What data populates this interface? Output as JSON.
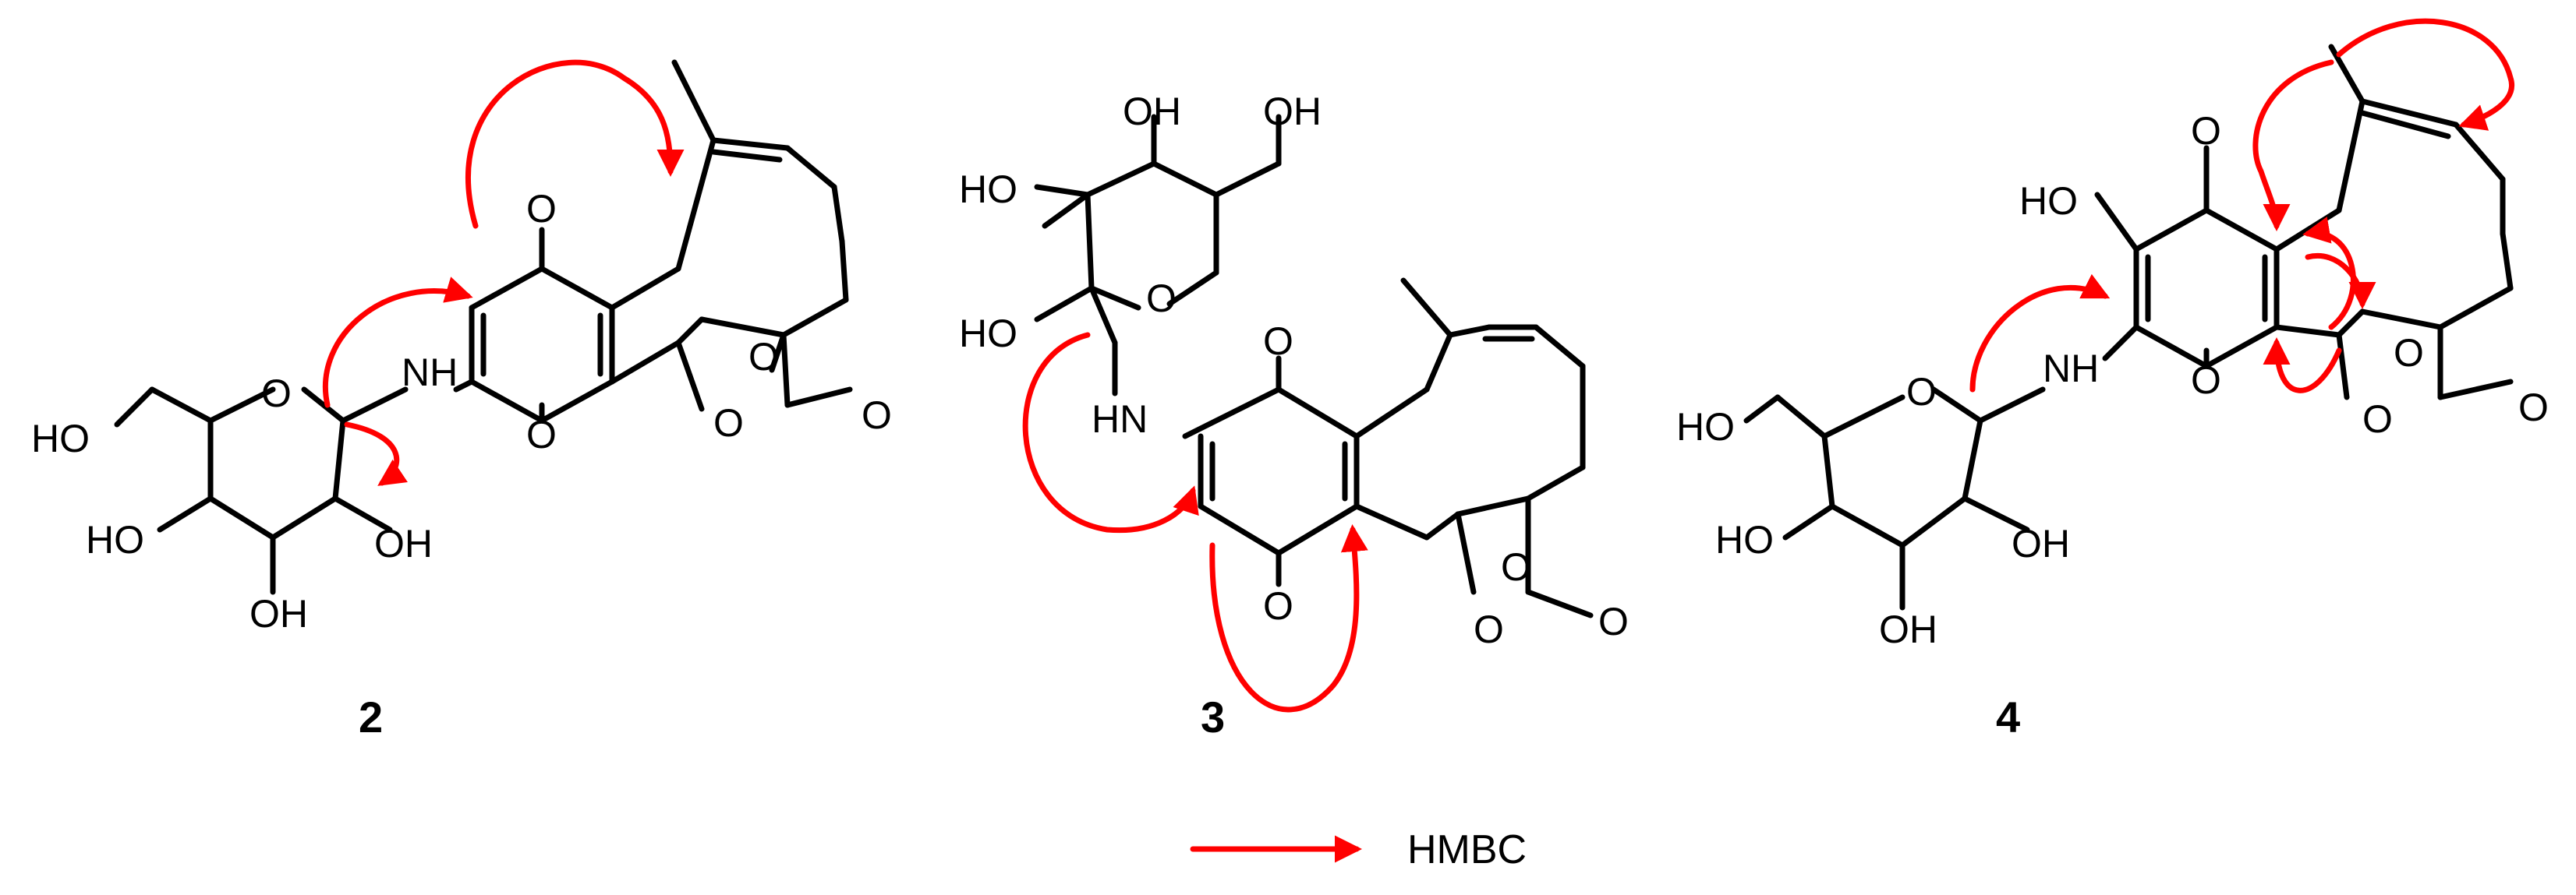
{
  "compounds": [
    {
      "id": "2",
      "label": "2"
    },
    {
      "id": "3",
      "label": "3"
    },
    {
      "id": "4",
      "label": "4"
    }
  ],
  "atom_labels": {
    "O": "O",
    "OH": "OH",
    "HO": "HO",
    "NH": "NH",
    "HN": "HN"
  },
  "legend": {
    "label": "HMBC",
    "arrow_color": "#ff0000"
  },
  "colors": {
    "bond": "#000000",
    "hmbc_arrow": "#ff0000"
  }
}
